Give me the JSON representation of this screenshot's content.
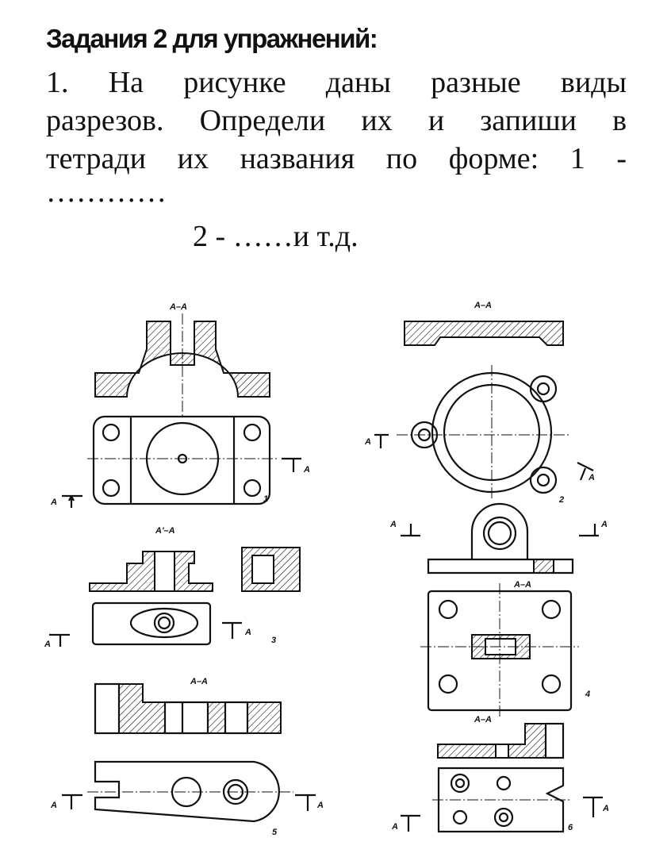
{
  "heading": "Задания 2 для упражнений:",
  "task": {
    "line1": [
      "1.",
      "На",
      "рисунке",
      "даны",
      "разные",
      "виды"
    ],
    "line2": [
      "разрезов.",
      "Определи",
      "их",
      "и",
      "запиши",
      "в"
    ],
    "line3": [
      "тетради",
      "их",
      "названия",
      "по",
      "форме:",
      "1",
      "-"
    ],
    "line4": "…………",
    "line5": "2 - ……и т.д."
  },
  "figure": {
    "section_label": "А–А",
    "section_label_prime": "А'–А",
    "arrow_label": "А",
    "numbers": [
      "1",
      "2",
      "3",
      "4",
      "5",
      "6"
    ]
  }
}
